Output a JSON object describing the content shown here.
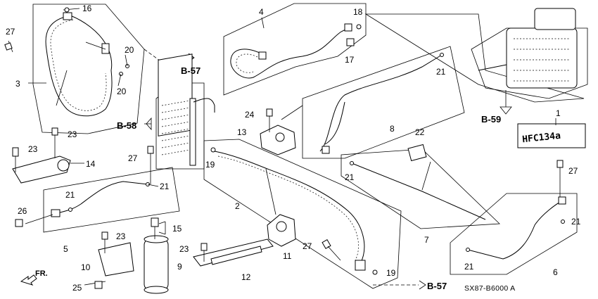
{
  "callouts": {
    "c1": "1",
    "c2": "2",
    "c3": "3",
    "c4": "4",
    "c5": "5",
    "c6": "6",
    "c7": "7",
    "c8": "8",
    "c9": "9",
    "c10": "10",
    "c11": "11",
    "c12": "12",
    "c13": "13",
    "c14": "14",
    "c15": "15",
    "c16": "16",
    "c17": "17",
    "c18": "18",
    "c19a": "19",
    "c19b": "19",
    "c20a": "20",
    "c20b": "20",
    "c21a": "21",
    "c21b": "21",
    "c21c": "21",
    "c21d": "21",
    "c21e": "21",
    "c21f": "21",
    "c22": "22",
    "c23a": "23",
    "c23b": "23",
    "c23c": "23",
    "c23d": "23",
    "c24": "24",
    "c25": "25",
    "c26": "26",
    "c27a": "27",
    "c27b": "27",
    "c27c": "27",
    "c27d": "27"
  },
  "refs": {
    "b57_top": "B-57",
    "b57_bottom": "B-57",
    "b58": "B-58",
    "b59": "B-59"
  },
  "plate_text": "HFC134a",
  "front_label": "FR.",
  "diagram_code": "SX87-B6000 A",
  "colors": {
    "line": "#000000",
    "background": "#ffffff"
  }
}
